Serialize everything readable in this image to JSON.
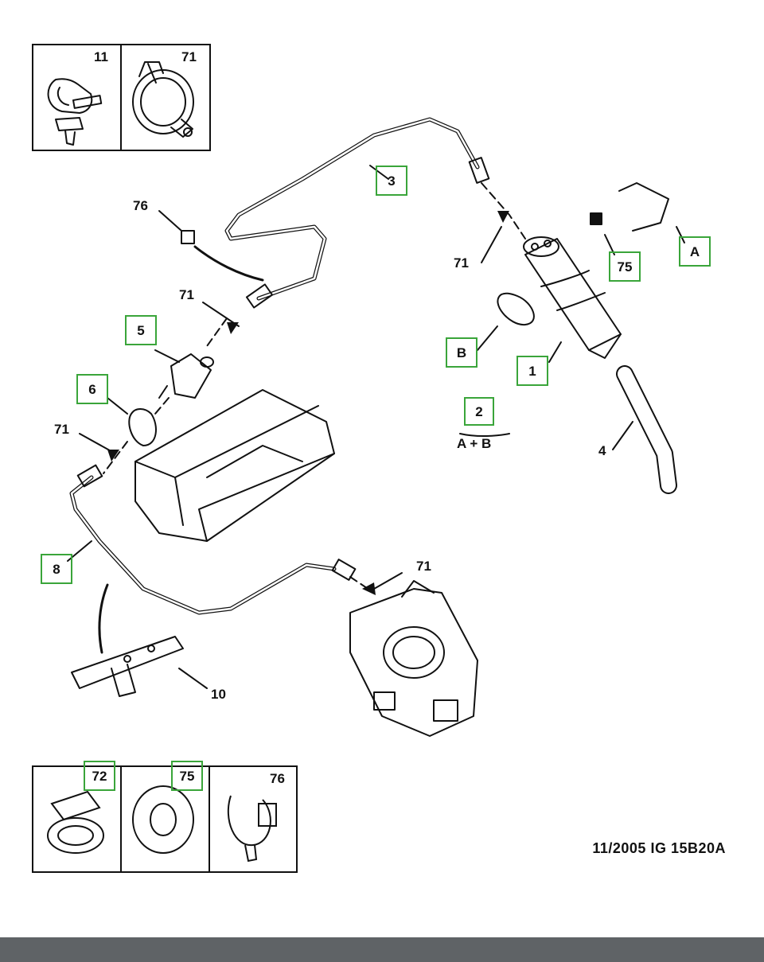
{
  "diagram": {
    "reference": "11/2005  IG 15B20A",
    "callouts": [
      {
        "id": "c11",
        "text": "11",
        "boxed": false
      },
      {
        "id": "c71top",
        "text": "71",
        "boxed": false
      },
      {
        "id": "c3",
        "text": "3",
        "boxed": true
      },
      {
        "id": "c76",
        "text": "76",
        "boxed": false
      },
      {
        "id": "c71a",
        "text": "71",
        "boxed": false
      },
      {
        "id": "c75",
        "text": "75",
        "boxed": true
      },
      {
        "id": "cA",
        "text": "A",
        "boxed": true
      },
      {
        "id": "c71b",
        "text": "71",
        "boxed": false
      },
      {
        "id": "c5",
        "text": "5",
        "boxed": true
      },
      {
        "id": "cB",
        "text": "B",
        "boxed": true
      },
      {
        "id": "c1",
        "text": "1",
        "boxed": true
      },
      {
        "id": "c6",
        "text": "6",
        "boxed": true
      },
      {
        "id": "c2",
        "text": "2",
        "boxed": true
      },
      {
        "id": "cAB",
        "text": "A + B",
        "boxed": false
      },
      {
        "id": "c71c",
        "text": "71",
        "boxed": false
      },
      {
        "id": "c4",
        "text": "4",
        "boxed": false
      },
      {
        "id": "c8",
        "text": "8",
        "boxed": true
      },
      {
        "id": "c71d",
        "text": "71",
        "boxed": false
      },
      {
        "id": "c10",
        "text": "10",
        "boxed": false
      },
      {
        "id": "c72",
        "text": "72",
        "boxed": true
      },
      {
        "id": "c75b",
        "text": "75",
        "boxed": true
      },
      {
        "id": "c76b",
        "text": "76",
        "boxed": false
      }
    ],
    "colors": {
      "highlight": "#3aa53a",
      "ink": "#111111",
      "bar": "#5f6366"
    }
  }
}
